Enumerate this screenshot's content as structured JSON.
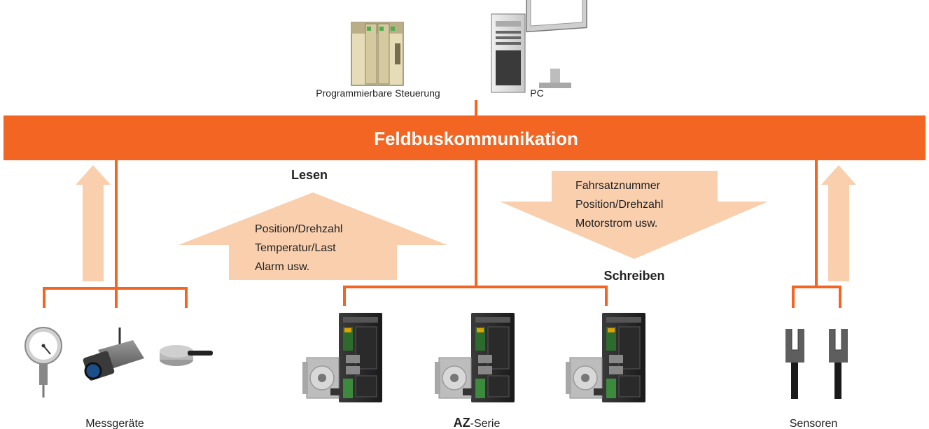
{
  "bus": {
    "label": "Feldbuskommunikation",
    "color": "#f26522"
  },
  "controllers": {
    "plc_label": "Programmierbare Steuerung",
    "pc_label": "PC"
  },
  "read": {
    "heading": "Lesen",
    "lines": [
      "Position/Drehzahl",
      "Temperatur/Last",
      "Alarm usw."
    ]
  },
  "write": {
    "heading": "Schreiben",
    "lines": [
      "Fahrsatznummer",
      "Position/Drehzahl",
      "Motorstrom usw."
    ]
  },
  "groups": {
    "measuring": "Messgeräte",
    "az_bold": "AZ",
    "az_rest": "-Serie",
    "sensors": "Sensoren"
  },
  "colors": {
    "arrow_fill": "#f9cfae",
    "line": "#f26522"
  }
}
